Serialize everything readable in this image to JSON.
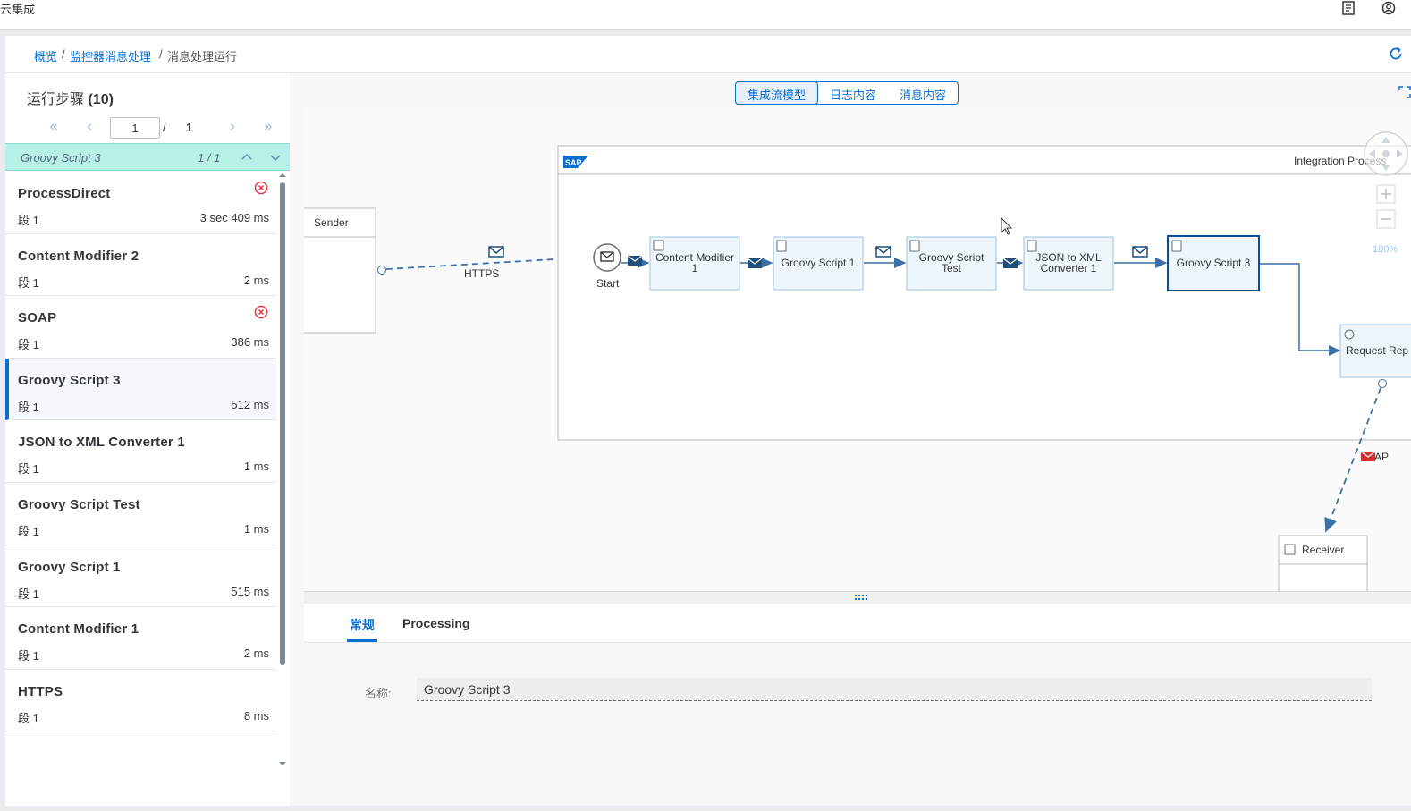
{
  "app": {
    "title": "云集成"
  },
  "breadcrumb": {
    "overview": "概览",
    "sep": "/",
    "monitor": "监控器消息处理",
    "current": "消息处理运行"
  },
  "steps": {
    "title": "运行步骤",
    "count": "(10)",
    "pager": {
      "page": "1",
      "slash": "/",
      "total": "1"
    },
    "search": {
      "text": "Groovy Script 3",
      "count": "1 / 1"
    },
    "items": [
      {
        "name": "ProcessDirect",
        "segment": "段 1",
        "time": "3 sec 409 ms",
        "error": true
      },
      {
        "name": "Content Modifier 2",
        "segment": "段 1",
        "time": "2 ms",
        "error": false
      },
      {
        "name": "SOAP",
        "segment": "段 1",
        "time": "386 ms",
        "error": true
      },
      {
        "name": "Groovy Script 3",
        "segment": "段 1",
        "time": "512 ms",
        "error": false,
        "selected": true
      },
      {
        "name": "JSON to XML Converter 1",
        "segment": "段 1",
        "time": "1 ms",
        "error": false
      },
      {
        "name": "Groovy Script Test",
        "segment": "段 1",
        "time": "1 ms",
        "error": false
      },
      {
        "name": "Groovy Script 1",
        "segment": "段 1",
        "time": "515 ms",
        "error": false
      },
      {
        "name": "Content Modifier 1",
        "segment": "段 1",
        "time": "2 ms",
        "error": false
      },
      {
        "name": "HTTPS",
        "segment": "段 1",
        "time": "8 ms",
        "error": false
      }
    ]
  },
  "view_tabs": {
    "model": "集成流模型",
    "log": "日志内容",
    "message": "消息内容"
  },
  "diagram": {
    "sender": "Sender",
    "https": "HTTPS",
    "start": "Start",
    "process_title": "Integration Process",
    "sap_logo": "SAP",
    "zoom": "100%",
    "steps": [
      {
        "line1": "Content Modifier",
        "line2": "1"
      },
      {
        "line1": "Groovy Script 1",
        "line2": ""
      },
      {
        "line1": "Groovy Script",
        "line2": "Test"
      },
      {
        "line1": "JSON to XML",
        "line2": "Converter 1"
      },
      {
        "line1": "Groovy Script 3",
        "line2": ""
      }
    ],
    "request_reply": "Request Rep",
    "soap": "AP",
    "receiver": "Receiver"
  },
  "detail": {
    "tab_general": "常规",
    "tab_processing": "Processing",
    "name_label": "名称:",
    "name_value": "Groovy Script 3"
  },
  "colors": {
    "accent": "#0a6ed1",
    "error": "#e0393e",
    "search_bg": "#b7f0e6",
    "flow": "#3c6fa3"
  }
}
